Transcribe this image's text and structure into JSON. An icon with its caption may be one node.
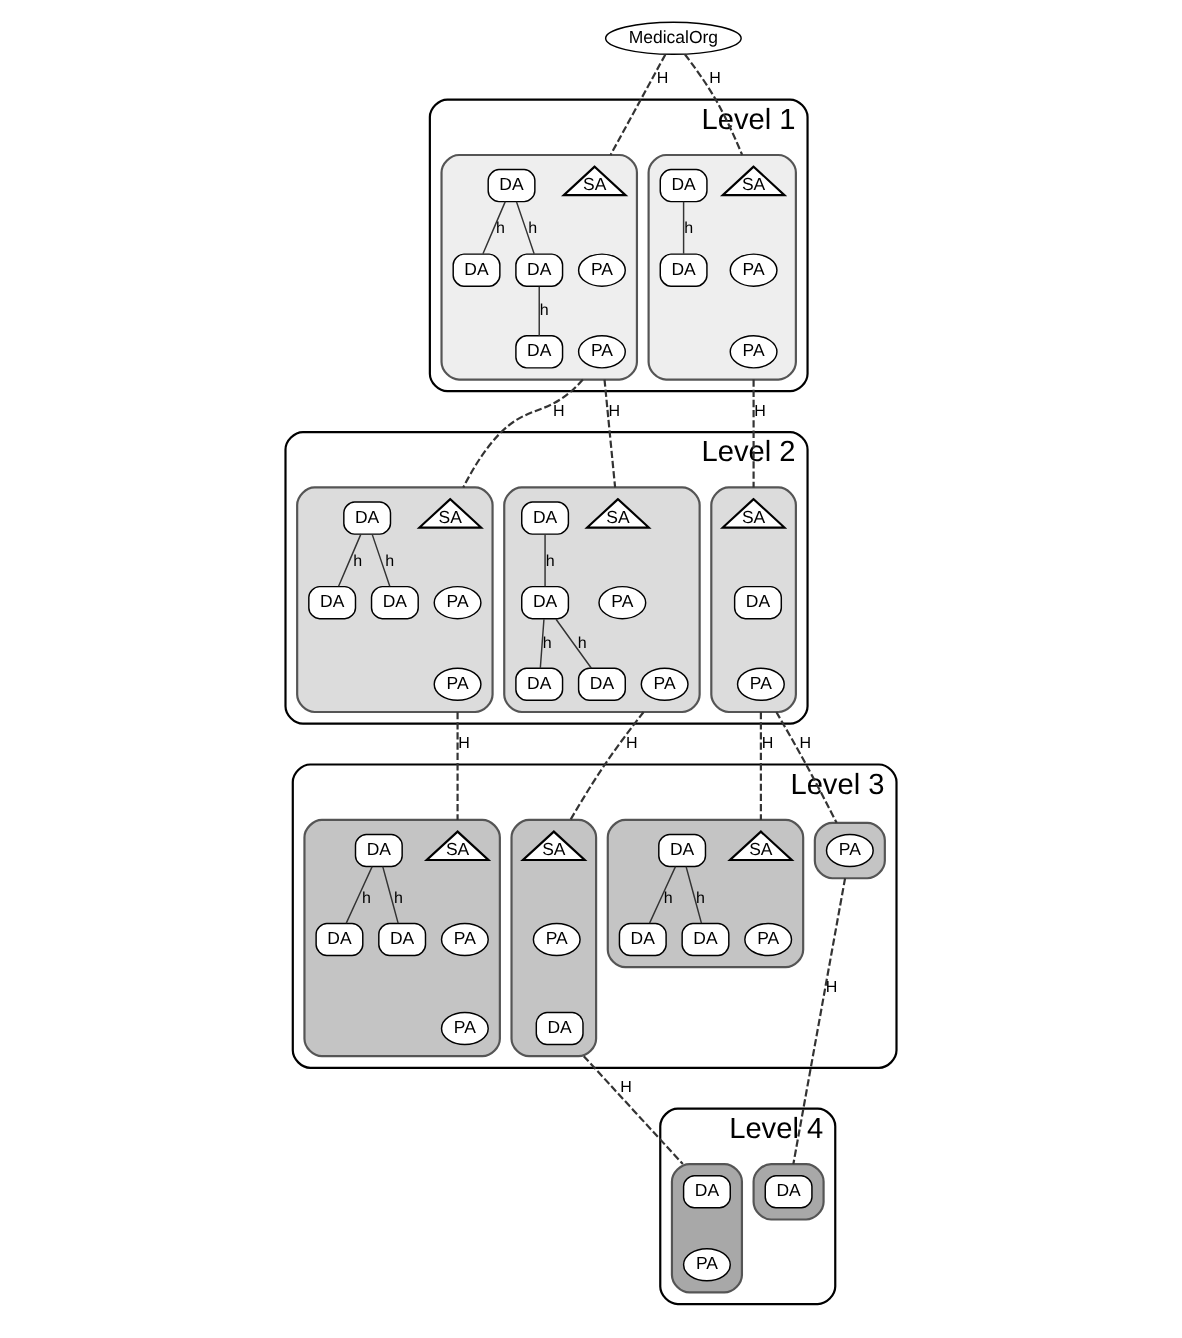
{
  "diagram": {
    "nodes": [
      {
        "text": [
          "MedicalOrg"
        ]
      },
      {
        "text": [
          "Level 1"
        ]
      },
      {
        "text": [],
        "shape": "box",
        "in": 1
      },
      {
        "text": [
          "SA"
        ],
        "in": 2
      },
      {
        "text": [
          "DA"
        ],
        "in": 2
      },
      {
        "text": [
          "PA"
        ],
        "in": 2
      },
      {
        "text": [
          "DA"
        ],
        "in": 2
      },
      {
        "text": [
          "DA"
        ],
        "in": 2
      },
      {
        "text": [
          "PA"
        ],
        "in": 2
      },
      {
        "text": [
          "DA"
        ],
        "in": 2
      },
      {
        "text": [],
        "shape": "box",
        "in": 1
      },
      {
        "text": [
          "SA"
        ],
        "in": 10
      },
      {
        "text": [
          "DA"
        ],
        "in": 10
      },
      {
        "text": [
          "PA"
        ],
        "in": 10
      },
      {
        "text": [
          "PA"
        ],
        "in": 10
      },
      {
        "text": [
          "DA"
        ],
        "in": 10
      },
      {
        "text": [
          "Level 2"
        ]
      },
      {
        "text": [],
        "shape": "box",
        "in": 16
      },
      {
        "text": [
          "SA"
        ],
        "in": 17
      },
      {
        "text": [
          "DA"
        ],
        "in": 17
      },
      {
        "text": [
          "DA"
        ],
        "in": 17
      },
      {
        "text": [
          "PA"
        ],
        "in": 17
      },
      {
        "text": [
          "PA"
        ],
        "in": 17
      },
      {
        "text": [
          "DA"
        ],
        "in": 17
      },
      {
        "text": [],
        "shape": "box",
        "in": 16
      },
      {
        "text": [
          "SA"
        ],
        "in": 24
      },
      {
        "text": [
          "DA"
        ],
        "in": 24
      },
      {
        "text": [
          "PA"
        ],
        "in": 24
      },
      {
        "text": [
          "DA"
        ],
        "in": 24
      },
      {
        "text": [
          "PA"
        ],
        "in": 24
      },
      {
        "text": [
          "DA"
        ],
        "in": 24
      },
      {
        "text": [
          "DA"
        ],
        "in": 24
      },
      {
        "text": [],
        "shape": "box",
        "in": 16
      },
      {
        "text": [
          "SA"
        ],
        "in": 32
      },
      {
        "text": [
          "DA"
        ],
        "in": 32
      },
      {
        "text": [
          "PA"
        ],
        "in": 32
      },
      {
        "text": [
          "Level 3"
        ]
      },
      {
        "text": [],
        "shape": "box",
        "in": 36
      },
      {
        "text": [
          "SA"
        ],
        "in": 37
      },
      {
        "text": [
          "DA"
        ],
        "in": 37
      },
      {
        "text": [
          "PA"
        ],
        "in": 37
      },
      {
        "text": [
          "PA"
        ],
        "in": 37
      },
      {
        "text": [
          "DA"
        ],
        "in": 37
      },
      {
        "text": [
          "DA"
        ],
        "in": 37
      },
      {
        "text": [],
        "shape": "box",
        "in": 36
      },
      {
        "text": [
          "SA"
        ],
        "in": 44
      },
      {
        "text": [
          "PA"
        ],
        "in": 44
      },
      {
        "text": [
          "DA"
        ],
        "in": 44
      },
      {
        "text": [],
        "shape": "box",
        "in": 36
      },
      {
        "text": [
          "PA"
        ],
        "in": 48
      },
      {
        "text": [],
        "shape": "box",
        "in": 36
      },
      {
        "text": [
          "SA"
        ],
        "in": 50
      },
      {
        "text": [
          "DA"
        ],
        "in": 50
      },
      {
        "text": [
          "DA"
        ],
        "in": 50
      },
      {
        "text": [
          "PA"
        ],
        "in": 50
      },
      {
        "text": [
          "DA"
        ],
        "in": 50
      },
      {
        "text": [
          "Level 4"
        ]
      },
      {
        "text": [],
        "shape": "box",
        "in": 56
      },
      {
        "text": [
          "DA"
        ],
        "in": 57
      },
      {
        "text": [
          "PA"
        ],
        "in": 57
      },
      {
        "text": [],
        "shape": "box",
        "in": 56
      },
      {
        "text": [
          "DA"
        ],
        "in": 60
      }
    ],
    "edges": [
      {
        "from": 0,
        "to": 2,
        "arrow": "none",
        "label": "H",
        "style": "dashed"
      },
      {
        "from": 0,
        "to": 10,
        "arrow": "none",
        "label": "H",
        "style": "dashed"
      },
      {
        "from": 4,
        "to": 6,
        "arrow": "none",
        "label": "h"
      },
      {
        "from": 4,
        "to": 7,
        "arrow": "none",
        "label": "h"
      },
      {
        "from": 6,
        "to": 9,
        "arrow": "none",
        "label": "h"
      },
      {
        "from": 12,
        "to": 15,
        "arrow": "none",
        "label": "h"
      },
      {
        "from": 2,
        "to": 17,
        "arrow": "none",
        "label": "H",
        "style": "dashed"
      },
      {
        "from": 2,
        "to": 24,
        "arrow": "none",
        "label": "H",
        "style": "dashed"
      },
      {
        "from": 10,
        "to": 32,
        "arrow": "none",
        "label": "H",
        "style": "dashed"
      },
      {
        "from": 19,
        "to": 20,
        "arrow": "none",
        "label": "h"
      },
      {
        "from": 19,
        "to": 23,
        "arrow": "none",
        "label": "h"
      },
      {
        "from": 26,
        "to": 28,
        "arrow": "none",
        "label": "h"
      },
      {
        "from": 28,
        "to": 30,
        "arrow": "none",
        "label": "h"
      },
      {
        "from": 28,
        "to": 31,
        "arrow": "none",
        "label": "h"
      },
      {
        "from": 17,
        "to": 37,
        "arrow": "none",
        "label": "H",
        "style": "dashed"
      },
      {
        "from": 24,
        "to": 44,
        "arrow": "none",
        "label": "H",
        "style": "dashed"
      },
      {
        "from": 32,
        "to": 48,
        "arrow": "none",
        "label": "H",
        "style": "dashed"
      },
      {
        "from": 32,
        "to": 50,
        "arrow": "none",
        "label": "H",
        "style": "dashed"
      },
      {
        "from": 39,
        "to": 42,
        "arrow": "none",
        "label": "h"
      },
      {
        "from": 39,
        "to": 43,
        "arrow": "none",
        "label": "h"
      },
      {
        "from": 53,
        "to": 52,
        "arrow": "none",
        "label": "h"
      },
      {
        "from": 53,
        "to": 55,
        "arrow": "none",
        "label": "h"
      },
      {
        "from": 44,
        "to": 57,
        "arrow": "none",
        "label": "H",
        "style": "dashed"
      },
      {
        "from": 48,
        "to": 60,
        "arrow": "none",
        "label": "H",
        "style": "dashed"
      }
    ]
  }
}
